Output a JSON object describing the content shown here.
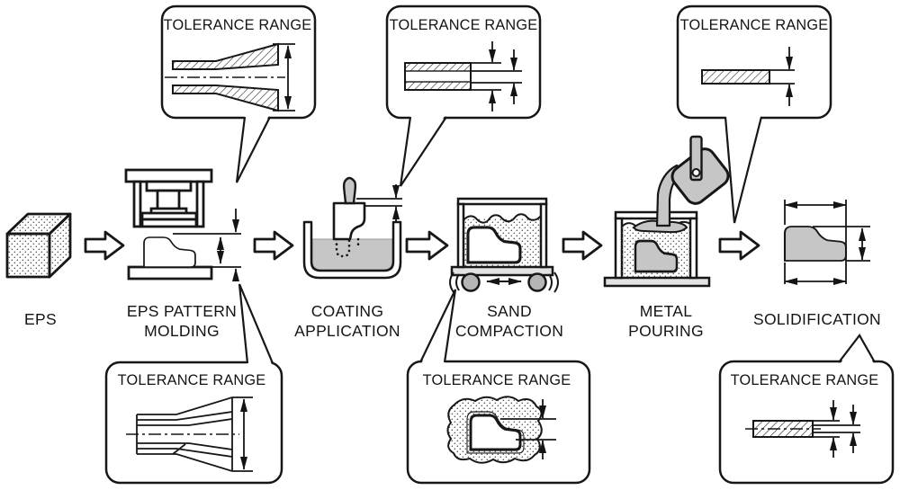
{
  "callouts": {
    "top_left": {
      "title": "TOLERANCE RANGE"
    },
    "top_middle": {
      "title": "TOLERANCE RANGE"
    },
    "top_right": {
      "title": "TOLERANCE RANGE"
    },
    "bottom_left": {
      "title": "TOLERANCE RANGE"
    },
    "bottom_middle": {
      "title": "TOLERANCE RANGE"
    },
    "bottom_right": {
      "title": "TOLERANCE RANGE"
    }
  },
  "steps": {
    "eps": {
      "label": "EPS"
    },
    "molding": {
      "line1": "EPS PATTERN",
      "line2": "MOLDING"
    },
    "coating": {
      "line1": "COATING",
      "line2": "APPLICATION"
    },
    "compaction": {
      "line1": "SAND",
      "line2": "COMPACTION"
    },
    "pouring": {
      "line1": "METAL",
      "line2": "POURING"
    },
    "solidification": {
      "label": "SOLIDIFICATION"
    }
  },
  "colors": {
    "line": "#171717",
    "gray": "#c6c6c6",
    "background": "#ffffff"
  }
}
